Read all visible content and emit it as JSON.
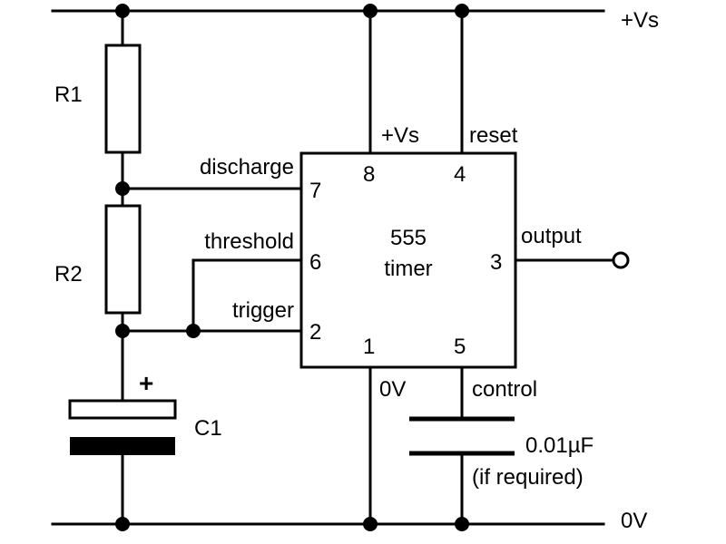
{
  "rails": {
    "top_label": "+Vs",
    "bottom_label": "0V"
  },
  "components": {
    "r1_label": "R1",
    "r2_label": "R2",
    "c1_label": "C1",
    "c1_plus": "+",
    "cap2_value": "0.01µF",
    "cap2_note": "(if required)"
  },
  "ic": {
    "name_line1": "555",
    "name_line2": "timer"
  },
  "pins": {
    "p8_num": "8",
    "p8_name": "+Vs",
    "p4_num": "4",
    "p4_name": "reset",
    "p7_num": "7",
    "p7_name": "discharge",
    "p6_num": "6",
    "p6_name": "threshold",
    "p2_num": "2",
    "p2_name": "trigger",
    "p3_num": "3",
    "p3_name": "output",
    "p1_num": "1",
    "p1_name": "0V",
    "p5_num": "5",
    "p5_name": "control"
  }
}
